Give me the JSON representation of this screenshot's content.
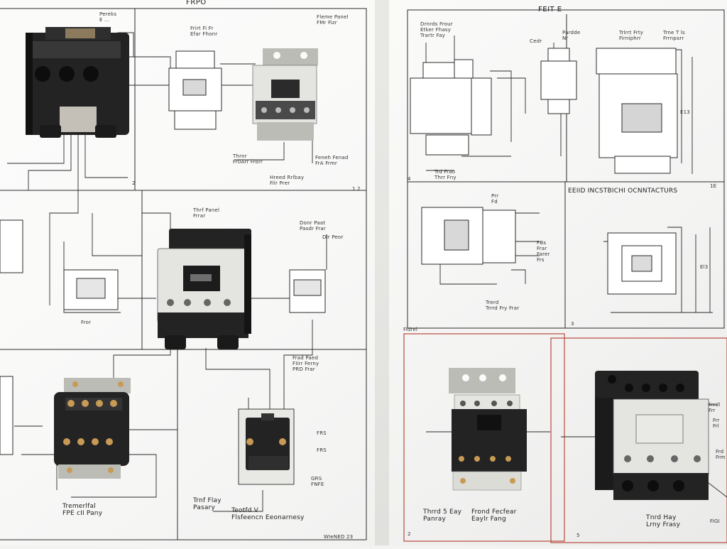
{
  "palette": {
    "paper": "#fbfbfa",
    "ink": "#2a2a2a",
    "contactor_body": "#232323",
    "contactor_face": "#e4e4e0",
    "steel": "#bcbcb6",
    "copper": "#c79a55",
    "red_frame": "#b84a3c"
  },
  "sheets": {
    "left": {
      "header": "FRPO",
      "footer": "WIeNED 23",
      "labels": {
        "l1": "Pereks\nE ...",
        "l2": "Frirt Fi Fr\nEfar Fhonr",
        "l3": "Fleme Panel\nFMr Fizr",
        "l4": "Thrnr\nFr0Arr Frorr",
        "l5": "Feneh Fenad\nFrA Frmr",
        "l6": "Hreed Rrlbay\nFilr Prer",
        "l7": "Thrf Panel\nFrrar",
        "l8": "Donr Paat\nPasdr Frar",
        "l9": "Dlr Peor",
        "l10": "Fror",
        "l11": "Frad Paed\nFIirr Ferny\nPRD Frar",
        "l12": "FRS",
        "l13": "FRS",
        "l14": "GRS\nFNFE",
        "l15": "Tremerlfal\nFPE cII Pany",
        "l16": "Trnf Flay\nPasary",
        "l17": "Teotfd V\nFlsfeencn Eeonarnesy",
        "n1": "2",
        "n2": "1 2"
      }
    },
    "right": {
      "header": "FEIT E",
      "title": "EEIID INCSTBICHI OCNNTACTURS",
      "labels": {
        "r1": "Drnrds Frour\nEtker Fhasy\nTrartr Fay",
        "r2": "Cedr",
        "r3": "Pardde\nNr",
        "r4": "Trlrrt Frty\nFirniphrr",
        "r5": "Trne T ls\nFrrnparr",
        "r6": "Trd Frao\nThrr Fny",
        "r7": "Prr\nFd",
        "r8": "PBs\nFrar\nFarer\nFrs",
        "r9": "Trerd\nTrrrd Fry Frar",
        "r10": "Fidrel",
        "r11": "Thrrd 5 Eay\nPanray",
        "r12": "Frond Fecfear\nEaylr Fang",
        "r13": "Frrdl\nFrr",
        "r14": "Frr\nFrl",
        "r15": "Frd\nFrm",
        "r16": "Tnrd Hay\nLrny Frasy",
        "r17": "E13",
        "r18": "El3",
        "r19": "FiGI",
        "n3": "4",
        "n4": "3",
        "n5": "1E",
        "n6": "2",
        "n7": "5"
      }
    }
  }
}
